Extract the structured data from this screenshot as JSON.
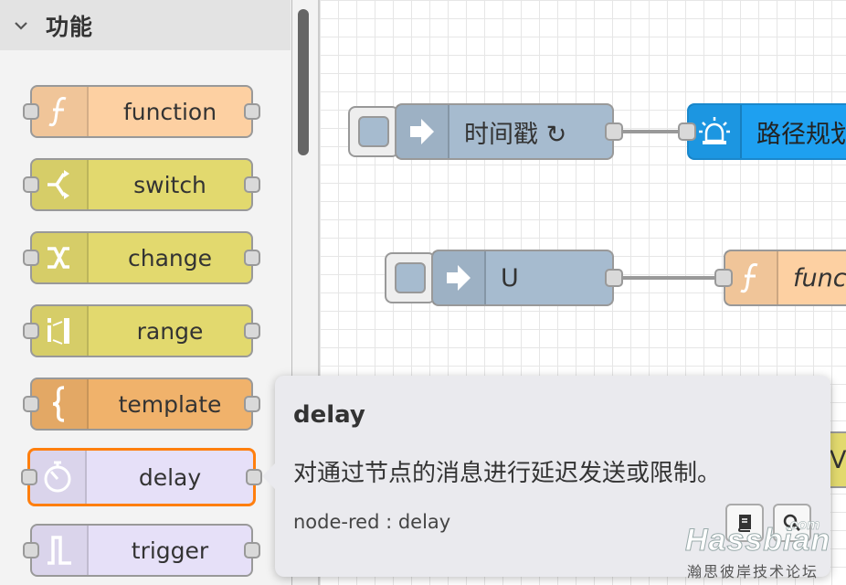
{
  "palette": {
    "category": "功能",
    "nodes": [
      {
        "label": "function",
        "icon": "function-icon",
        "color": "#fdd0a2"
      },
      {
        "label": "switch",
        "icon": "switch-icon",
        "color": "#e2d96e"
      },
      {
        "label": "change",
        "icon": "change-icon",
        "color": "#e2d96e"
      },
      {
        "label": "range",
        "icon": "range-icon",
        "color": "#e2d96e"
      },
      {
        "label": "template",
        "icon": "template-icon",
        "color": "#f0b26b"
      },
      {
        "label": "delay",
        "icon": "timer-icon",
        "color": "#e6e0f8",
        "selected": true
      },
      {
        "label": "trigger",
        "icon": "trigger-icon",
        "color": "#e6e0f8"
      }
    ]
  },
  "workspace": {
    "nodes": [
      {
        "label": "时间戳 ↻",
        "icon": "inject-arrow-icon",
        "color": "#a6bbcf"
      },
      {
        "label": "路径规划",
        "icon": "alarm-icon",
        "color": "#1ea0f0"
      },
      {
        "label": "U",
        "icon": "inject-arrow-icon",
        "color": "#a6bbcf"
      },
      {
        "label": "functi",
        "icon": "function-icon",
        "color": "#fdd0a2"
      }
    ],
    "partial_label": "V/"
  },
  "tooltip": {
    "title": "delay",
    "description": "对通过节点的消息进行延迟发送或限制。",
    "module": "node-red : delay",
    "buttons": [
      "book-icon",
      "search-icon"
    ]
  },
  "watermark": {
    "brand": "Hassbian",
    "tld": ".com",
    "subtitle": "瀚思彼岸技术论坛"
  },
  "colors": {
    "selected_border": "#ff7f0e",
    "wire": "#999999"
  }
}
